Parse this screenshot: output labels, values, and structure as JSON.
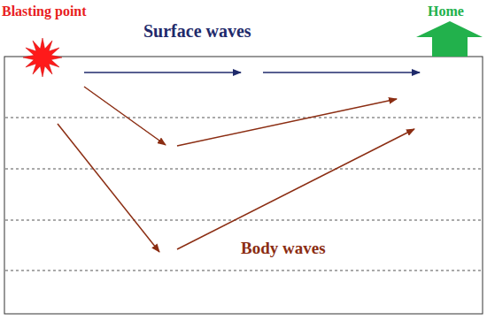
{
  "diagram": {
    "labels": [
      "Blasting point",
      "Surface waves",
      "Home",
      "Body waves"
    ]
  }
}
